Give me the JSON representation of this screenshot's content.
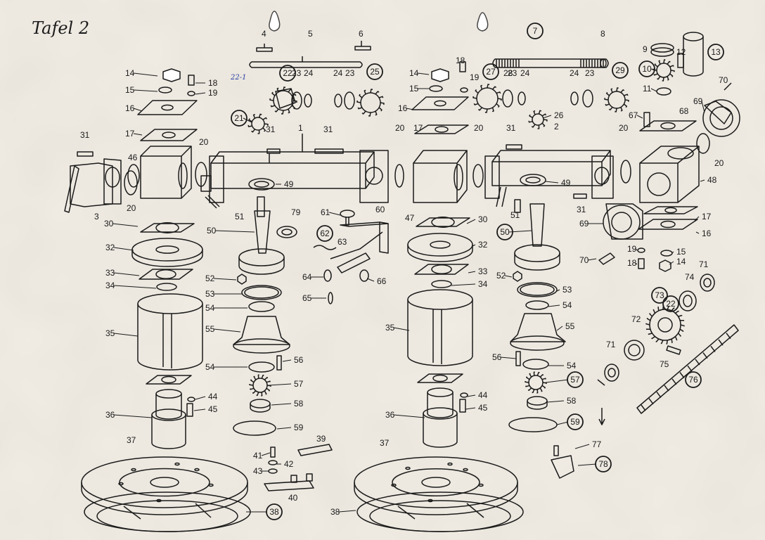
{
  "sheet": {
    "title": "Tafel  2",
    "handwritten_note": "22-1",
    "colors": {
      "paper": "#f1ede5",
      "ink": "#1b1b1b",
      "pen_blue": "#2a3fa8"
    }
  },
  "part_numbers": {
    "left_assembly": [
      "1",
      "3",
      "4",
      "5",
      "6",
      "14",
      "15",
      "16",
      "17",
      "18",
      "19",
      "20",
      "21",
      "22",
      "23",
      "24",
      "25",
      "30",
      "31",
      "32",
      "33",
      "34",
      "35",
      "36",
      "37",
      "38",
      "39",
      "40",
      "41",
      "42",
      "43",
      "44",
      "45",
      "46",
      "49",
      "50",
      "51",
      "52",
      "53",
      "54",
      "55",
      "56",
      "57",
      "58",
      "59",
      "60",
      "61",
      "62",
      "63",
      "64",
      "65",
      "66",
      "79"
    ],
    "right_assembly": [
      "2",
      "7",
      "8",
      "9",
      "10",
      "11",
      "12",
      "13",
      "14",
      "15",
      "16",
      "17",
      "18",
      "19",
      "20",
      "23",
      "24",
      "26",
      "27",
      "28",
      "29",
      "30",
      "31",
      "32",
      "33",
      "34",
      "35",
      "36",
      "37",
      "38",
      "44",
      "45",
      "47",
      "48",
      "49",
      "50",
      "51",
      "52",
      "53",
      "54",
      "55",
      "56",
      "57",
      "58",
      "59",
      "67",
      "68",
      "69",
      "70",
      "71",
      "72",
      "73",
      "74",
      "75",
      "76",
      "77",
      "78"
    ],
    "circled": [
      "7",
      "13",
      "10",
      "21",
      "22",
      "25",
      "27",
      "29",
      "62",
      "38",
      "50",
      "57",
      "59",
      "78",
      "76",
      "73",
      "22"
    ]
  }
}
